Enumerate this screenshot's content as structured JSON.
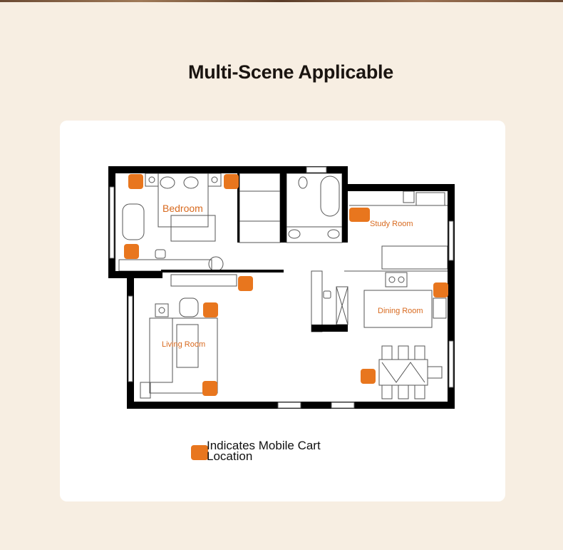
{
  "header": {
    "title": "Multi-Scene Applicable"
  },
  "floor_plan": {
    "rooms": {
      "bedroom": "Bedroom",
      "study_room": "Study Room",
      "dining_room": "Dining Room",
      "living_room": "Living Room"
    },
    "marker_color": "#E8761E",
    "label_color": "#D86A1F"
  },
  "legend": {
    "text": "Indicates Mobile Cart Location"
  }
}
